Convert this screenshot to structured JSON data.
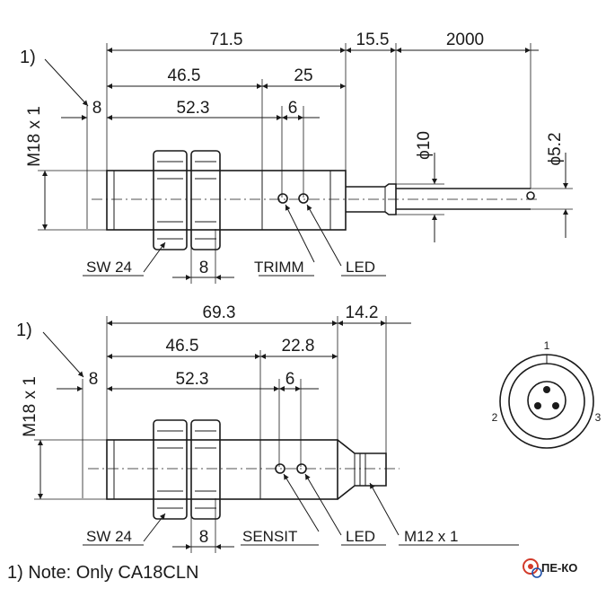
{
  "top": {
    "note_marker": "1)",
    "dims": {
      "overall": "71.5",
      "head": "15.5",
      "cable": "2000",
      "thread": "46.5",
      "tail": "25",
      "left": "8",
      "mid": "52.3",
      "led_spacing": "6",
      "diameter": "ϕ10",
      "cable_diameter": "ϕ5.2",
      "thread_spec": "M18 x 1",
      "wrench": "SW 24",
      "nut_width": "8"
    },
    "labels": {
      "adjust": "TRIMM",
      "led": "LED"
    }
  },
  "bottom": {
    "note_marker": "1)",
    "dims": {
      "overall": "69.3",
      "connector": "14.2",
      "thread": "46.5",
      "tail": "22.8",
      "left": "8",
      "mid": "52.3",
      "led_spacing": "6",
      "thread_spec": "M18 x 1",
      "wrench": "SW 24",
      "nut_width": "8",
      "connector_spec": "M12 x 1"
    },
    "labels": {
      "adjust": "SENSIT",
      "led": "LED"
    }
  },
  "connector_pins": [
    "1",
    "2",
    "3"
  ],
  "note": "1) Note: Only CA18CLN",
  "logo": {
    "text": "ПЕ-КО",
    "color": "#1f4fa8"
  }
}
